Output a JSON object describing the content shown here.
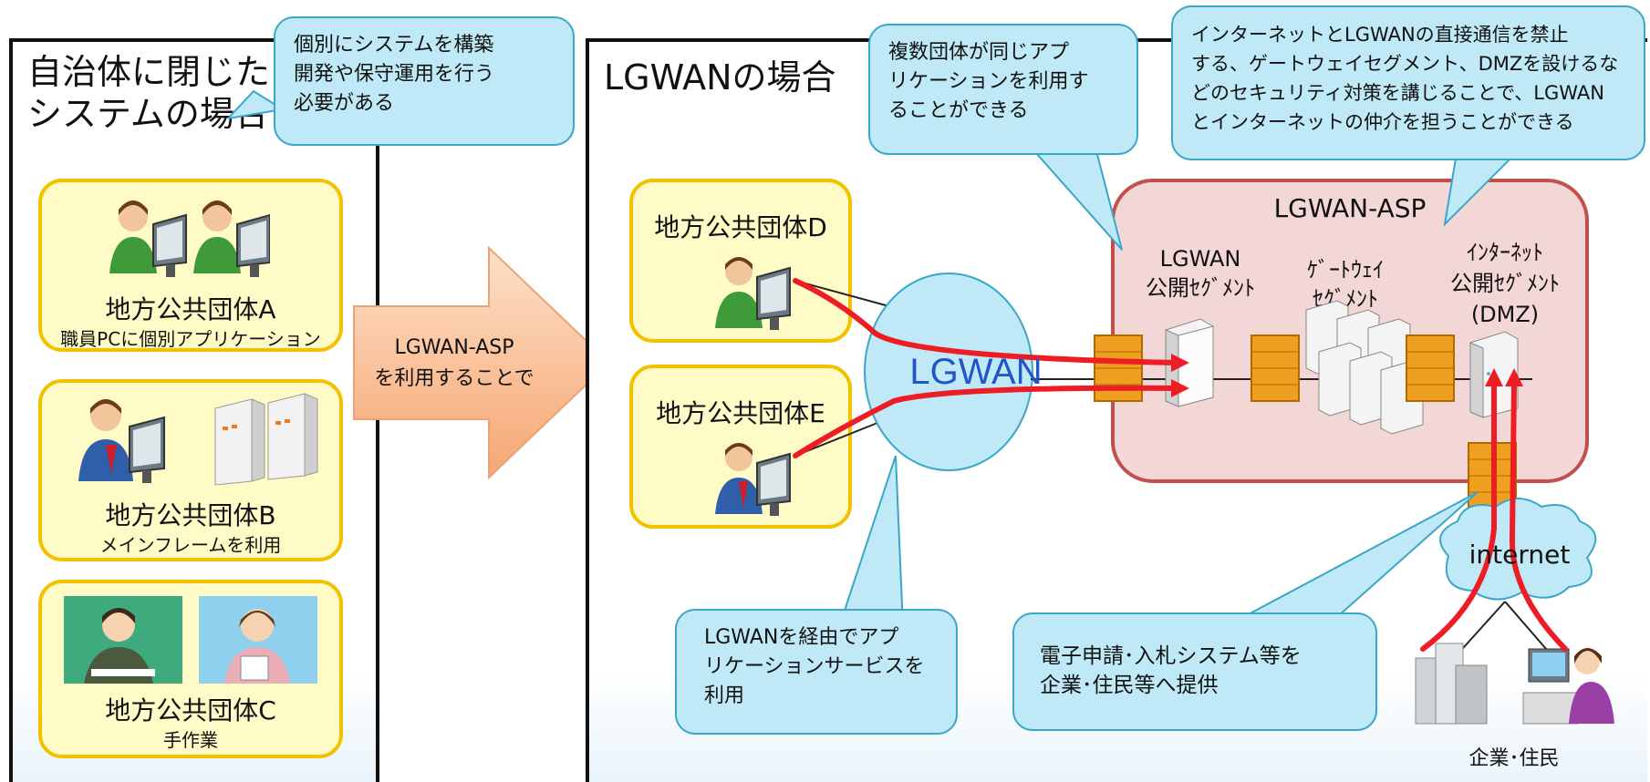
{
  "left_panel": {
    "title": "自治体に閉じた\nシステムの場合",
    "callout": "個別にシステムを構築\n開発や保守運用を行う\n必要がある",
    "org_a": {
      "name": "地方公共団体A",
      "note": "職員PCに個別アプリケーション"
    },
    "org_b": {
      "name": "地方公共団体B",
      "note": "メインフレームを利用"
    },
    "org_c": {
      "name": "地方公共団体C",
      "note": "手作業"
    }
  },
  "transition_arrow": {
    "text": "LGWAN-ASP\nを利用することで"
  },
  "right_panel": {
    "title": "LGWANの場合",
    "org_d": {
      "name": "地方公共団体D"
    },
    "org_e": {
      "name": "地方公共団体E"
    },
    "network_label": "LGWAN",
    "asp_label": "LGWAN-ASP",
    "segments": {
      "public": "LGWAN\n公開ｾｸﾞﾒﾝﾄ",
      "gateway": "ｹﾞｰﾄｳｪｲ\nｾｸﾞﾒﾝﾄ",
      "dmz": "ｲﾝﾀｰﾈｯﾄ\n公開ｾｸﾞﾒﾝﾄ\n(DMZ)"
    },
    "internet_label": "internet",
    "users_label": "企業･住民",
    "callouts": {
      "shared_app": "複数団体が同じアプ\nリケーションを利用す\nることができる",
      "security": "インターネットとLGWANの直接通信を禁止\nする、ゲートウェイセグメント、DMZを設けるな\nどのセキュリティ対策を講じることで、LGWAN\nとインターネットの仲介を担うことができる",
      "via_lgwan": "LGWANを経由でアプ\nリケーションサービスを\n利用",
      "e_services": "電子申請･入札システム等を\n企業･住民等へ提供"
    }
  },
  "colors": {
    "card_fill": "#fffbc6",
    "card_border": "#f2c200",
    "callout_fill": "#bfe9f6",
    "asp_fill": "#f3d6d6",
    "asp_border": "#c0504d",
    "cloud_fill": "#bfe9f6",
    "data_flow": "#ee1c24",
    "arrow_fill": "#f9b58a"
  }
}
